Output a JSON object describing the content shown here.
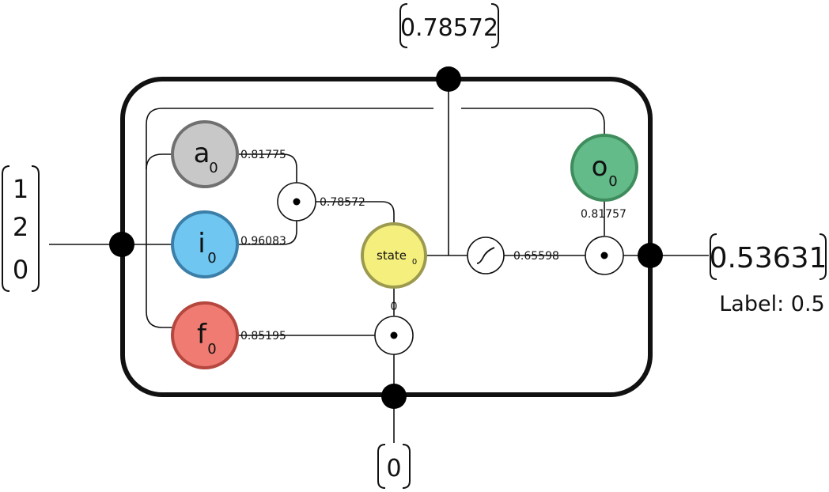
{
  "input_vector": [
    "1",
    "2",
    "0"
  ],
  "hidden_input": "0.78572",
  "cell_state_input": "0",
  "output_value": "0.53631",
  "label_text": "Label: 0.5",
  "gates": {
    "a": {
      "letter": "a",
      "sub": "0",
      "color": "#c8c8c8",
      "border": "#707070"
    },
    "i": {
      "letter": "i",
      "sub": "0",
      "color": "#6ec6f1",
      "border": "#3b7fa8"
    },
    "f": {
      "letter": "f",
      "sub": "0",
      "color": "#f07b72",
      "border": "#b5473f"
    },
    "o": {
      "letter": "o",
      "sub": "0",
      "color": "#63bb89",
      "border": "#3f8c5c"
    },
    "state": {
      "letter": "state",
      "sub": "0",
      "color": "#f5ef7e",
      "border": "#9c9a4f"
    }
  },
  "values": {
    "a_out": "0.81775",
    "i_out": "0.96083",
    "ai_product": "0.78572",
    "f_out": "0.85195",
    "o_out": "0.81757",
    "tanh_out": "0.65598",
    "state_prev": "0"
  }
}
